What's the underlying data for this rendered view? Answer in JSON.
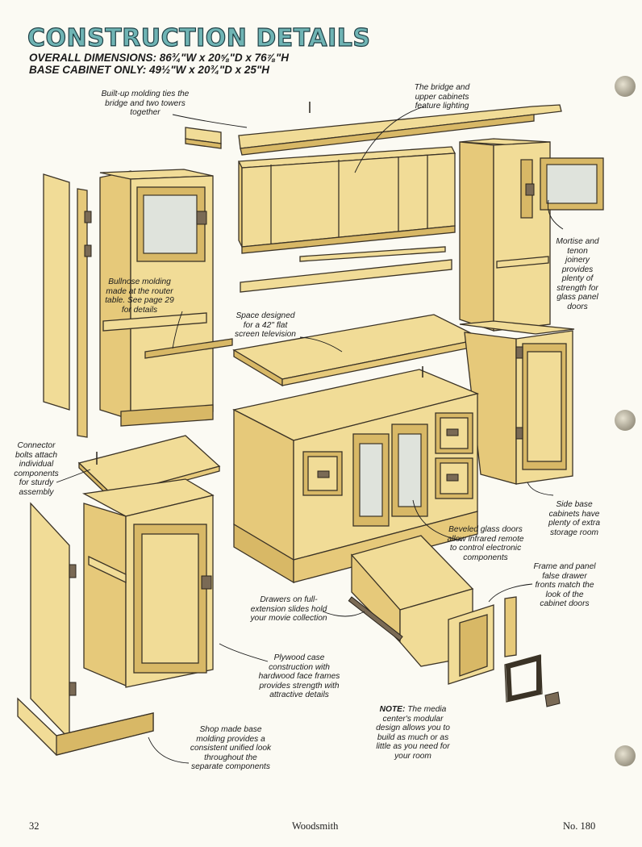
{
  "header": {
    "title": "CONSTRUCTION DETAILS",
    "overall_dimensions": "OVERALL DIMENSIONS: 86¾\"W x 20⅝\"D x 76⅞\"H",
    "base_cabinet_only": "BASE CABINET ONLY: 49½\"W x 20¾\"D x 25\"H"
  },
  "callouts": {
    "built_up_molding": "Built-up molding ties the bridge and two towers together",
    "bridge_lighting": "The bridge and upper cabinets feature lighting",
    "bullnose_molding": "Bullnose molding made at the router table. See page 29 for details",
    "tv_space": "Space designed for a 42\" flat screen television",
    "mortise_tenon": "Mortise and tenon joinery provides plenty of strength for glass panel doors",
    "connector_bolts": "Connector bolts attach individual components for sturdy assembly",
    "side_base_cabinets": "Side base cabinets have plenty of extra storage room",
    "beveled_glass": "Beveled glass doors allow infrared remote to control electronic components",
    "frame_panel_drawers": "Frame and panel false drawer fronts match the look of the cabinet doors",
    "drawers_slides": "Drawers on full-extension slides hold your movie collection",
    "plywood_case": "Plywood case construction with hardwood face frames provides strength with attractive details",
    "base_molding": "Shop made base molding provides a consistent unified look throughout the separate components",
    "note_label": "NOTE:",
    "note_text": "The media center's modular design allows you to build as much or as little as you need for your room"
  },
  "footer": {
    "page_number": "32",
    "publication": "Woodsmith",
    "issue": "No. 180"
  },
  "colors": {
    "title_fill": "#6fb4b4",
    "title_outline": "#1f3f45",
    "wood": "#f1dc97",
    "wood_shadow": "#d8b866",
    "paper": "#fbfaf3"
  }
}
